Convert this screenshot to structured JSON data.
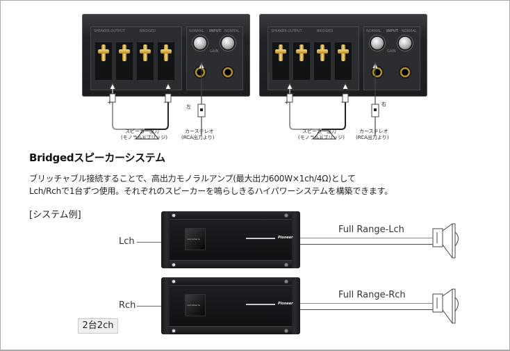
{
  "diagrams": [
    {
      "panel": {
        "speaker_output_label": "SPEAKER OUTPUT",
        "bridged_label": "BRIDGED",
        "input_label": "INPUT",
        "normal_label": "NORMAL",
        "gain_label": "GAIN"
      },
      "plus_symbol": "+",
      "minus_symbol": "−",
      "side_label": "左",
      "speaker_caption_line1": "スピーカー出力",
      "speaker_caption_line2": "(モノラル)(ブリッジ)",
      "stereo_caption_line1": "カーステレオ",
      "stereo_caption_line2": "(RCA出力より)"
    },
    {
      "panel": {
        "speaker_output_label": "SPEAKER OUTPUT",
        "bridged_label": "BRIDGED",
        "input_label": "INPUT",
        "normal_label": "NORMAL",
        "gain_label": "GAIN"
      },
      "plus_symbol": "+",
      "minus_symbol": "−",
      "side_label": "右",
      "speaker_caption_line1": "スピーカー出力",
      "speaker_caption_line2": "(モノラル)(ブリッジ)",
      "stereo_caption_line1": "カーステレオ",
      "stereo_caption_line2": "(RCA出力より)"
    }
  ],
  "section": {
    "title": "Bridgedスピーカーシステム",
    "description_line1": "ブリッチャブル接続することで、高出力モノラルアンプ(最大出力600W×1ch/4Ω)として",
    "description_line2": "Lch/Rchで1台ずつ使用。それぞれのスピーカーを鳴らしきるハイパワーシステムを構築できます。",
    "example_heading": "[システム例]"
  },
  "system_example": {
    "amps": [
      {
        "input_label": "Lch",
        "output_label": "Full Range-Lch",
        "badge_text": "carrozzeria",
        "brand_text": "Pioneer"
      },
      {
        "input_label": "Rch",
        "output_label": "Full Range-Rch",
        "badge_text": "carrozzeria",
        "brand_text": "Pioneer"
      }
    ],
    "config_tag": "2台2ch"
  },
  "colors": {
    "border": "#a9a9a9",
    "panel_dark": "#222326",
    "terminal_gold": "#d2ad4a",
    "tag_bg": "#efefef"
  }
}
